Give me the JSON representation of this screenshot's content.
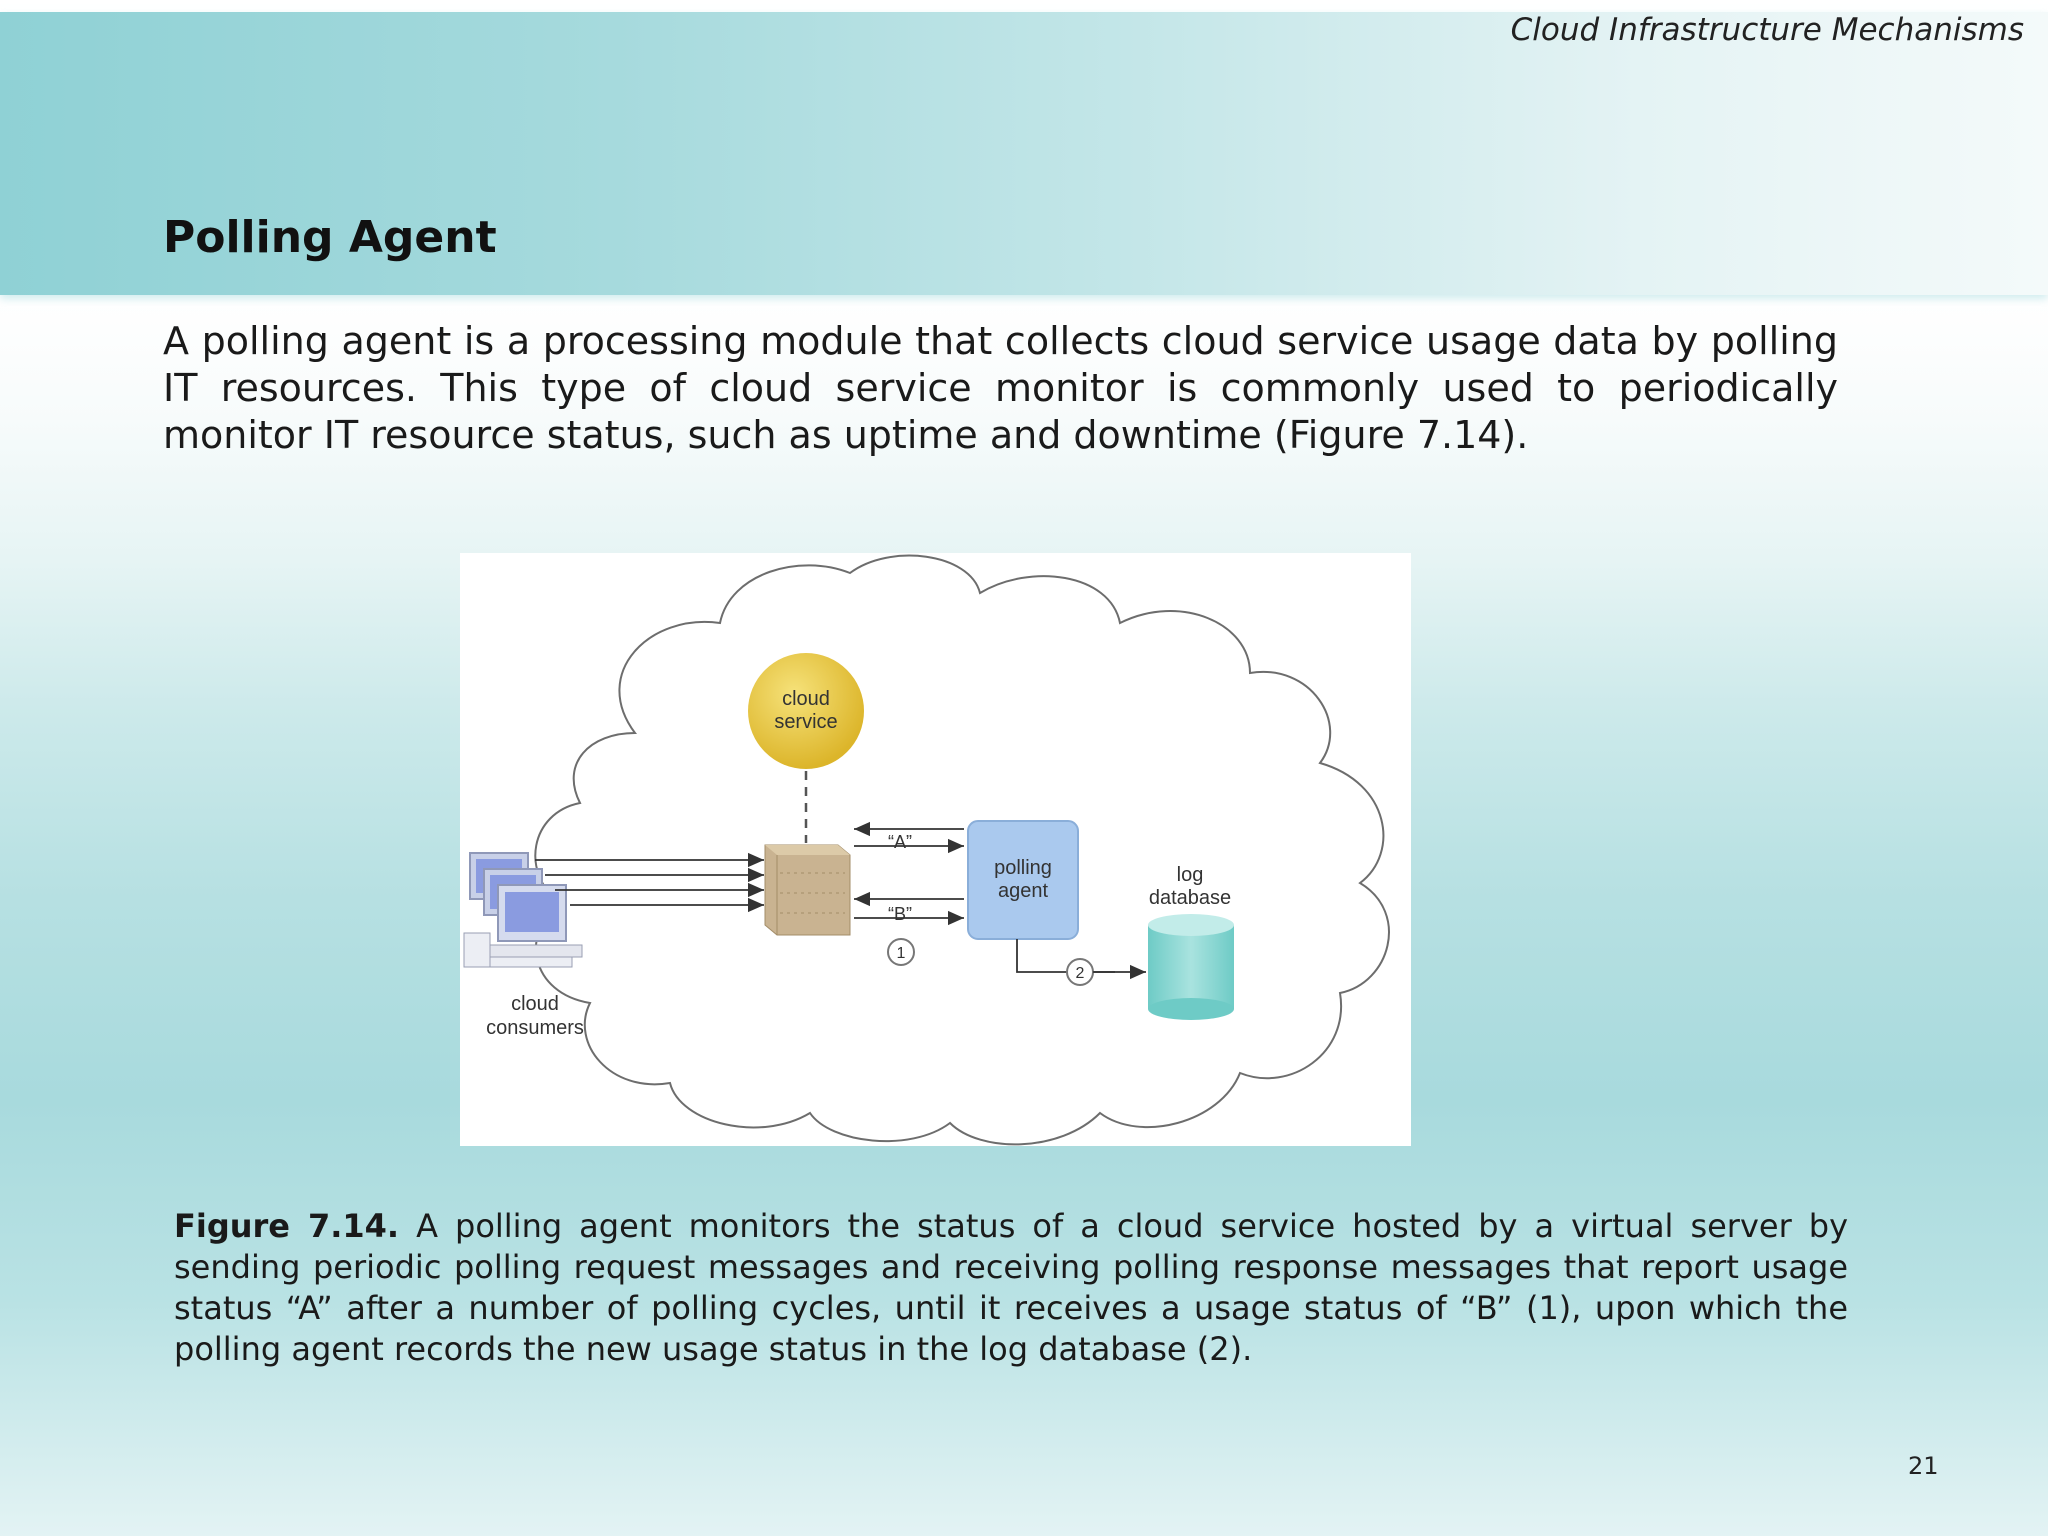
{
  "header": {
    "section_label": "Cloud Infrastructure Mechanisms"
  },
  "slide": {
    "title": "Polling Agent",
    "intro": "A polling agent is a processing module that collects cloud service usage data by polling IT resources. This type of cloud service monitor is commonly used to periodically monitor IT resource status, such as uptime and downtime (Figure 7.14)."
  },
  "figure": {
    "cloud_service_line1": "cloud",
    "cloud_service_line2": "service",
    "polling_agent_line1": "polling",
    "polling_agent_line2": "agent",
    "log_database_line1": "log",
    "log_database_line2": "database",
    "cloud_consumers_line1": "cloud",
    "cloud_consumers_line2": "consumers",
    "status_a": "“A”",
    "status_b": "“B”",
    "step_1": "1",
    "step_2": "2",
    "colors": {
      "cloud_service": "#e8c53a",
      "polling_agent": "#aac9ee",
      "log_database": "#7fd3cf",
      "virtual_server": "#c9b391"
    }
  },
  "caption": {
    "label": "Figure 7.14.",
    "text": "A polling agent monitors the status of a cloud service hosted by a virtual server by sending periodic polling request messages and receiving polling response messages that report usage status “A” after a number of polling cycles, until it receives a usage status of “B” (1), upon which the polling agent records the new usage status in the log database (2)."
  },
  "footer": {
    "page_number": "21"
  }
}
